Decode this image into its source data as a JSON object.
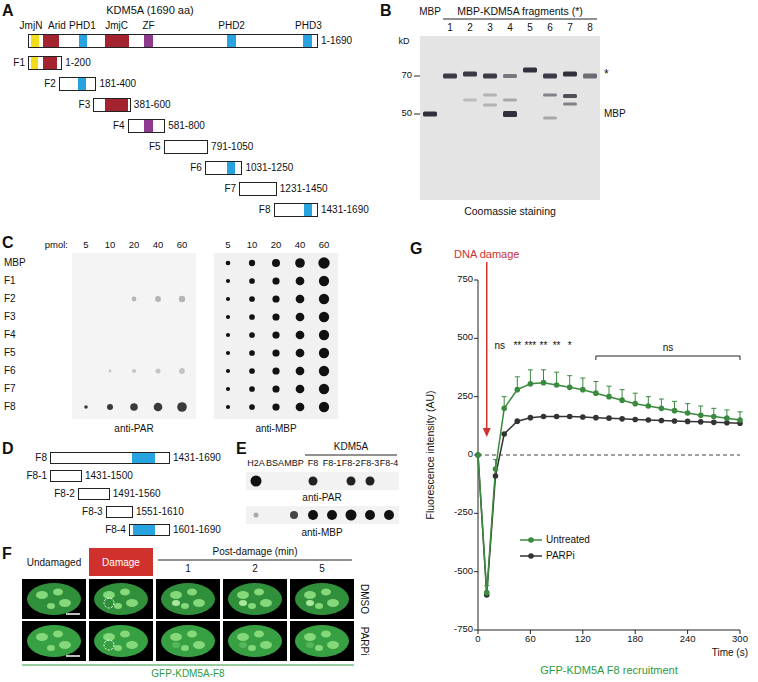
{
  "diagram": {
    "nodes": [
      {
        "text": [
          "1-1690"
        ]
      },
      {
        "text": [
          "F1",
          "1-200"
        ]
      },
      {
        "text": [
          "F2",
          "181-400"
        ]
      },
      {
        "text": [
          "F3",
          "381-600"
        ]
      },
      {
        "text": [
          "F4",
          "581-800"
        ]
      },
      {
        "text": [
          "F5",
          "791-1050"
        ]
      },
      {
        "text": [
          "F6",
          "1031-1250"
        ]
      },
      {
        "text": [
          "F7",
          "1231-1450"
        ]
      },
      {
        "text": [
          "F8",
          "1431-1690"
        ]
      },
      {
        "text": [
          "F8",
          "1431-1690"
        ]
      },
      {
        "text": [
          "F8-1",
          "1431-1500"
        ]
      },
      {
        "text": [
          "F8-2",
          "1491-1560"
        ]
      },
      {
        "text": [
          "F8-3",
          "1551-1610"
        ]
      },
      {
        "text": [
          "F8-4",
          "1601-1690"
        ]
      }
    ],
    "labels": [
      "A",
      "KDM5A (1690 aa)",
      "JmjN",
      "Arid",
      "PHD1",
      "JmjC",
      "ZF",
      "PHD2",
      "PHD3",
      "B",
      "MBP",
      "MBP-KDM5A fragments (*)",
      "1",
      "2",
      "3",
      "4",
      "5",
      "6",
      "7",
      "8",
      "kD",
      "70",
      "50",
      "*",
      "MBP",
      "Coomassie staining",
      "C",
      "pmol:",
      "5",
      "10",
      "20",
      "40",
      "60",
      "5",
      "10",
      "20",
      "40",
      "60",
      "MBP",
      "F1",
      "F2",
      "F3",
      "F4",
      "F5",
      "F6",
      "F7",
      "F8",
      "anti-PAR",
      "anti-MBP",
      "D",
      "E",
      "KDM5A",
      "H2A",
      "BSA",
      "MBP",
      "F8",
      "F8-1",
      "F8-2",
      "F8-3",
      "F8-4",
      "anti-PAR",
      "anti-MBP",
      "F",
      "Undamaged",
      "Damage",
      "Post-damage (min)",
      "1",
      "2",
      "5",
      "DMSO",
      "PARPi",
      "GFP-KDM5A-F8",
      "G",
      "DNA damage",
      "Fluorescence intensity (AU)",
      "750",
      "500",
      "250",
      "0",
      "-250",
      "-500",
      "-750",
      "ns",
      "**",
      "***",
      "**",
      "**",
      "*",
      "ns",
      "0",
      "60",
      "120",
      "180",
      "240",
      "300",
      "Time (s)",
      "GFP-KDM5A F8 recruitment"
    ],
    "legend": [
      {
        "text": "Untreated"
      },
      {
        "text": "PARPi"
      }
    ]
  }
}
